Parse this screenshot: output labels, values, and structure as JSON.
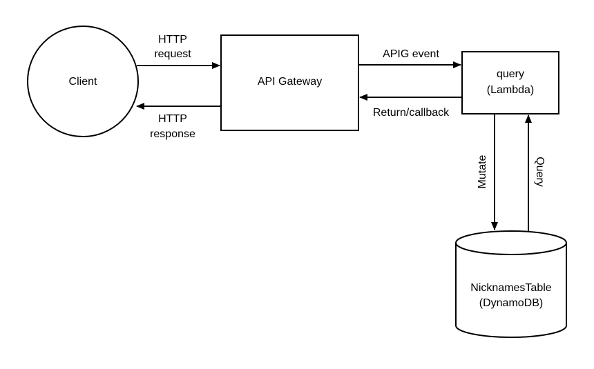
{
  "nodes": {
    "client": {
      "label": "Client"
    },
    "api_gateway": {
      "label": "API Gateway"
    },
    "lambda": {
      "line1": "query",
      "line2": "(Lambda)"
    },
    "dynamodb": {
      "line1": "NicknamesTable",
      "line2": "(DynamoDB)"
    }
  },
  "edges": {
    "http_request": {
      "line1": "HTTP",
      "line2": "request"
    },
    "http_response": {
      "line1": "HTTP",
      "line2": "response"
    },
    "apig_event": {
      "label": "APIG event"
    },
    "return_callback": {
      "label": "Return/callback"
    },
    "mutate": {
      "label": "Mutate"
    },
    "query": {
      "label": "Query"
    }
  }
}
